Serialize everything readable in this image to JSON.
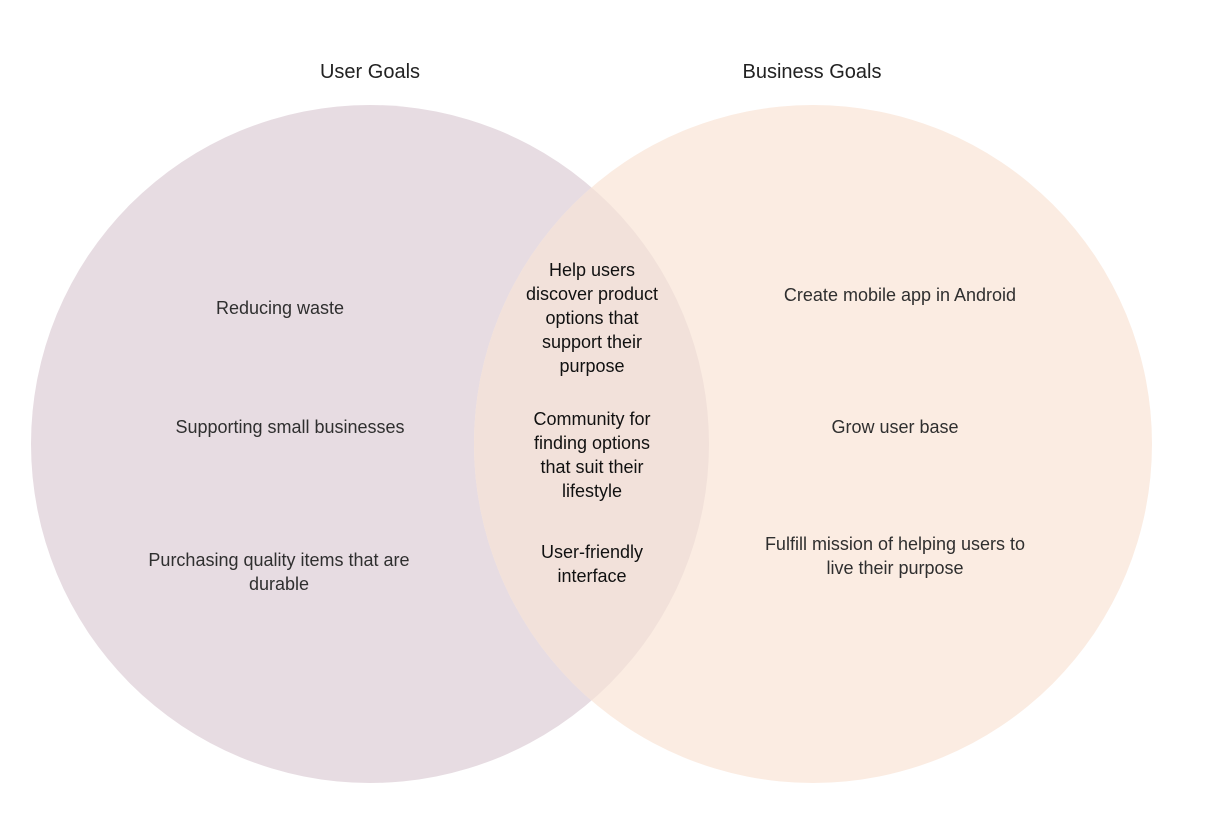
{
  "colors": {
    "user_circle": "#e7dce2",
    "business_circle": "#fbece2",
    "overlap": "#f2e1da"
  },
  "sets": {
    "user": {
      "title": "User Goals",
      "items": [
        "Reducing waste",
        "Supporting small businesses",
        "Purchasing quality items that are durable"
      ]
    },
    "business": {
      "title": "Business Goals",
      "items": [
        "Create mobile app in Android",
        "Grow user base",
        "Fulfill mission of helping users to live their purpose"
      ]
    },
    "shared": {
      "items": [
        "Help users discover product options that support their purpose",
        "Community for finding options that suit their lifestyle",
        "User-friendly interface"
      ]
    }
  }
}
